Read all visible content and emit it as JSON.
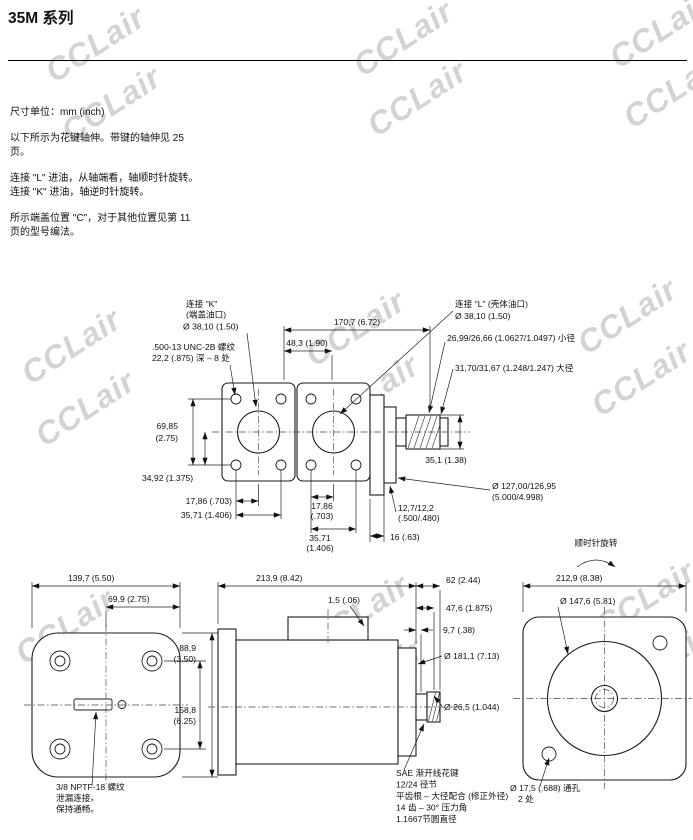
{
  "page": {
    "title": "35M 系列",
    "watermark": "CCLair"
  },
  "notes": {
    "units": "尺寸单位：mm (inch)",
    "n1a": "以下所示为花键轴伸。带键的轴伸见 25",
    "n1b": "页。",
    "n2a": "连接 \"L\" 进油，从轴端看，轴顺时针旋转。",
    "n2b": "连接 \"K\" 进油，轴逆时针旋转。",
    "n3a": "所示端盖位置 \"C\"，对于其他位置见第 11",
    "n3b": "页的型号编法。"
  },
  "top": {
    "portK": [
      "连接 \"K\"",
      "(端盖油口)",
      "Ø 38,10 (1.50)"
    ],
    "thread": [
      ".500-13 UNC-2B 螺纹",
      "22,2 (.875) 深 – 8 处"
    ],
    "dim170": "170,7 (6.72)",
    "dim48": "48,3 (1.90)",
    "portL": [
      "连接 \"L\" (壳体油口)",
      "Ø 38,10 (1.50)"
    ],
    "minor": "26,99/26,66 (1.0627/1.0497) 小径",
    "major": "31,70/31,67 (1.248/1.247) 大径",
    "dim69": [
      "69,85",
      "(2.75)"
    ],
    "dim3492": "34,92 (1.375)",
    "dim1786a": "17,86 (.703)",
    "dim3571a": "35,71 (1.406)",
    "dim1786b": [
      "17,86",
      "(.703)"
    ],
    "dim3571b": [
      "35,71",
      "(1.406)"
    ],
    "dim127": [
      "12,7/12,2",
      "(.500/.480)"
    ],
    "dim16": "16 (.63)",
    "dim351": "35,1 (1.38)",
    "pilot": [
      "Ø 127,00/126,95",
      "(5.000/4.998)"
    ],
    "rotation": "顺时针旋转"
  },
  "bottom_left": {
    "dim1397": "139,7 (5.50)",
    "dim699": "69,9 (2.75)",
    "dim889": [
      "88,9",
      "(3.50)"
    ],
    "dim1588": [
      "158,8",
      "(6.25)"
    ],
    "leak": [
      "3/8 NPTF-18 螺纹",
      "泄漏连接。",
      "保持通畅。"
    ]
  },
  "bottom_middle": {
    "dim2139": "213,9 (8.42)",
    "dim15": "1,5 (.06)",
    "dim62": "62 (2.44)",
    "dim476": "47,6 (1.875)",
    "dim97": "9,7 (.38)",
    "dim1811": "Ø 181,1 (7.13)",
    "dim265": "Ø 26,5 (1.044)",
    "spline": [
      "SAE 渐开线花键",
      "12/24 径节",
      "平齿根 – 大径配合 (修正外径)",
      "14 齿 – 30° 压力角",
      "1.1667节圆直径"
    ]
  },
  "bottom_right": {
    "dim2129": "212,9 (8.38)",
    "dim1476": "Ø 147,6 (5.81)",
    "holes": [
      "Ø 17,5 (.688) 通孔",
      "2 处"
    ]
  }
}
